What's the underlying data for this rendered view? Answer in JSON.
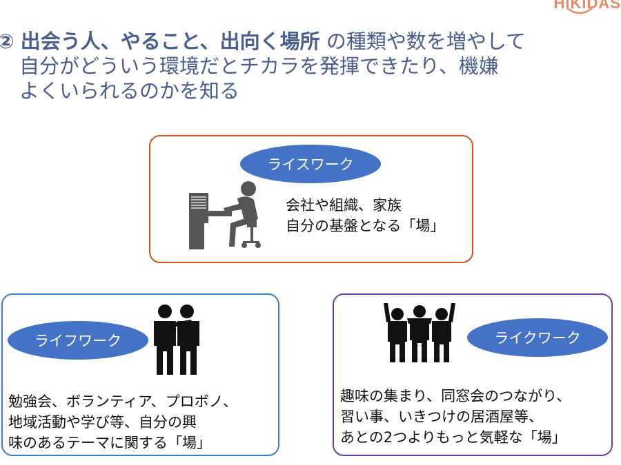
{
  "logo": {
    "text": "HIKIDAS"
  },
  "heading": {
    "number": "②",
    "bold_part": "出会う人、やること、出向く場所",
    "line1_rest": "の種類や数を増やして",
    "line2": "自分がどういう環境だとチカラを発揮できたり、機嫌",
    "line3": "よくいられるのかを知る"
  },
  "rice_work": {
    "label": "ライスワーク",
    "line1": "会社や組織、家族",
    "line2": "自分の基盤となる「場」",
    "icon": "office-worker-icon"
  },
  "life_work": {
    "label": "ライフワーク",
    "line1": "勉強会、ボランティア、プロボノ、",
    "line2": "地域活動や学び等、自分の興",
    "line3": "味のあるテーマに関する「場」",
    "icon": "two-people-icon"
  },
  "like_work": {
    "label": "ライクワーク",
    "line1": "趣味の集まり、同窓会のつながり、",
    "line2": "習い事、いきつけの居酒屋等、",
    "line3": "あとの2つよりもっと気軽な「場」",
    "icon": "group-cheering-icon"
  },
  "colors": {
    "heading_text": "#4a5d8f",
    "pill_fill": "#4472c4",
    "rice_border": "#c55a1c",
    "life_border": "#3e7fc4",
    "like_border": "#6b3fa0",
    "logo": "#e8896a"
  }
}
